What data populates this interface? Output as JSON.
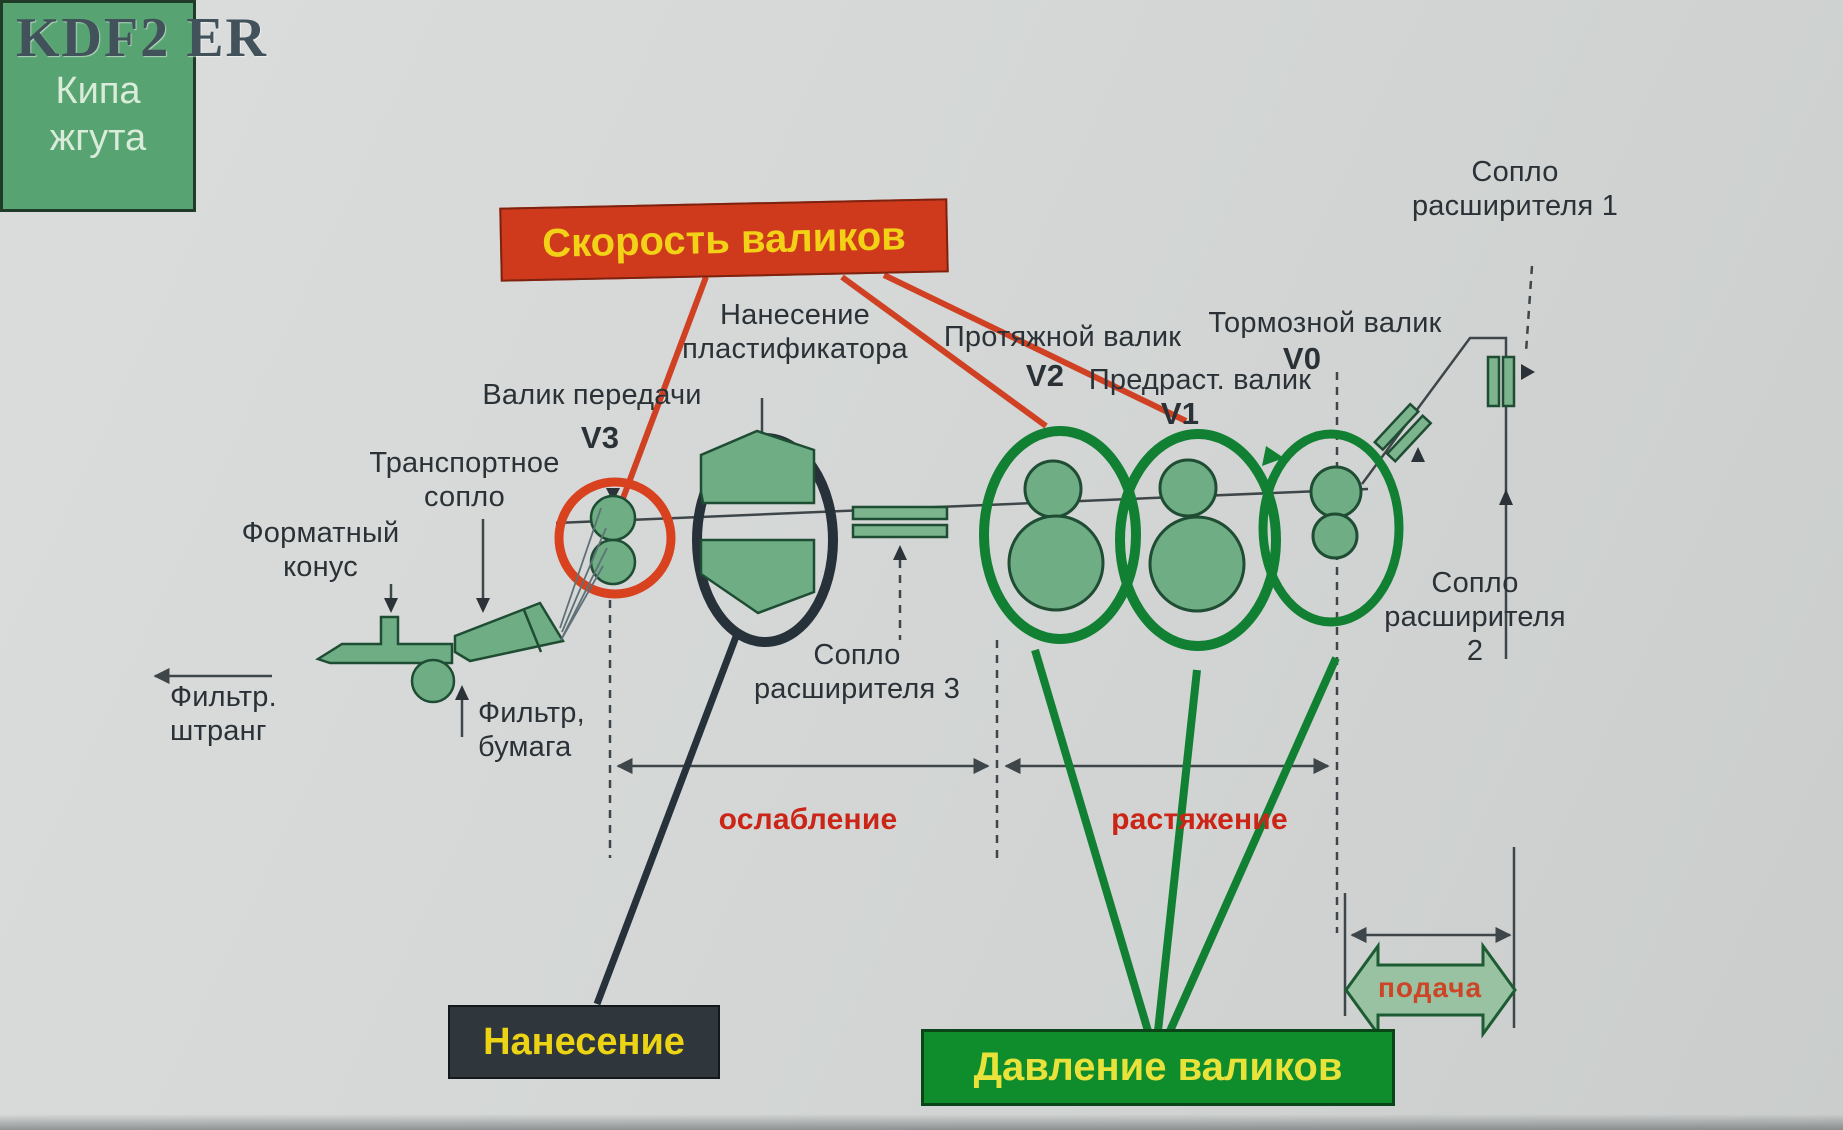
{
  "title": "KDF2 ER",
  "colors": {
    "accent_red": "#cf3a1d",
    "accent_yellow": "#f2d117",
    "accent_green": "#0f8c2b",
    "roller_fill": "#6fae85",
    "roller_outline": "#1f4d33",
    "label_dark": "#2b3237",
    "measure_red": "#cb2517",
    "background_gray": "#d4d7d6"
  },
  "labels": {
    "speed_box": "Скорость валиков",
    "plasticizer": "Нанесение\nпластификатора",
    "pulling_roller": "Протяжной валик",
    "pulling_roller_speed": "V2",
    "brake_roller": "Тормозной валик",
    "brake_roller_speed": "V0",
    "prestretch_roller": "Предраст. валик",
    "prestretch_roller_speed": "V1",
    "transfer_roller": "Валик передачи",
    "transfer_roller_speed": "V3",
    "transport_nozzle": "Транспортное\nсопло",
    "format_cone": "Форматный\nконус",
    "filter_rod": "Фильтр.\nштранг",
    "filter_paper": "Фильтр,\nбумага",
    "expander_nozzle_1": "Сопло\nрасширителя 1",
    "expander_nozzle_2": "Сопло\nрасширителя 2",
    "expander_nozzle_3": "Сопло\nрасширителя 3",
    "tow_bale": "Кипа\nжгута",
    "loosening": "ослабление",
    "stretching": "растяжение",
    "application_box": "Нанесение",
    "roller_pressure_box": "Давление валиков",
    "feed_arrow": "подача"
  }
}
